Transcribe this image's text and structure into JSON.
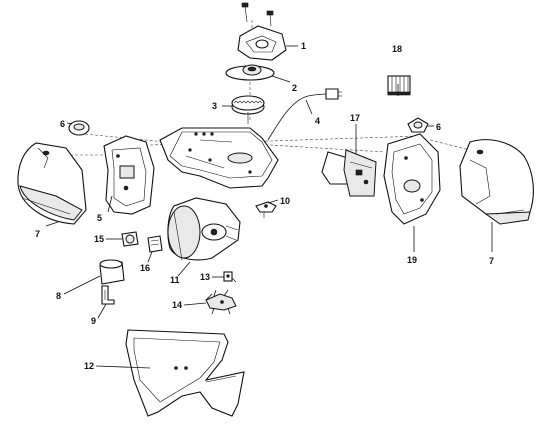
{
  "title": "",
  "parts": [
    {
      "id": "screws",
      "label": ""
    },
    {
      "id": "cover-bracket",
      "label": "1"
    },
    {
      "id": "drive-sprocket",
      "label": "2"
    },
    {
      "id": "gear",
      "label": "3"
    },
    {
      "id": "power-cord",
      "label": "4"
    },
    {
      "id": "left-endplate",
      "label": "5"
    },
    {
      "id": "lens-left",
      "label": "6"
    },
    {
      "id": "lens-right",
      "label": "6"
    },
    {
      "id": "light-cover-left",
      "label": "7"
    },
    {
      "id": "light-cover-right",
      "label": "7"
    },
    {
      "id": "capacitor",
      "label": "8"
    },
    {
      "id": "capacitor-bracket",
      "label": "9"
    },
    {
      "id": "travel-module",
      "label": "10"
    },
    {
      "id": "motor",
      "label": "11"
    },
    {
      "id": "cover",
      "label": "12"
    },
    {
      "id": "limit-switch",
      "label": "13"
    },
    {
      "id": "wire-harness",
      "label": "14"
    },
    {
      "id": "rpm-sensor",
      "label": "15"
    },
    {
      "id": "rpm-interrupter",
      "label": "16"
    },
    {
      "id": "receiver-board",
      "label": "17"
    },
    {
      "id": "terminal-block",
      "label": "18"
    },
    {
      "id": "right-endplate",
      "label": "19"
    }
  ]
}
